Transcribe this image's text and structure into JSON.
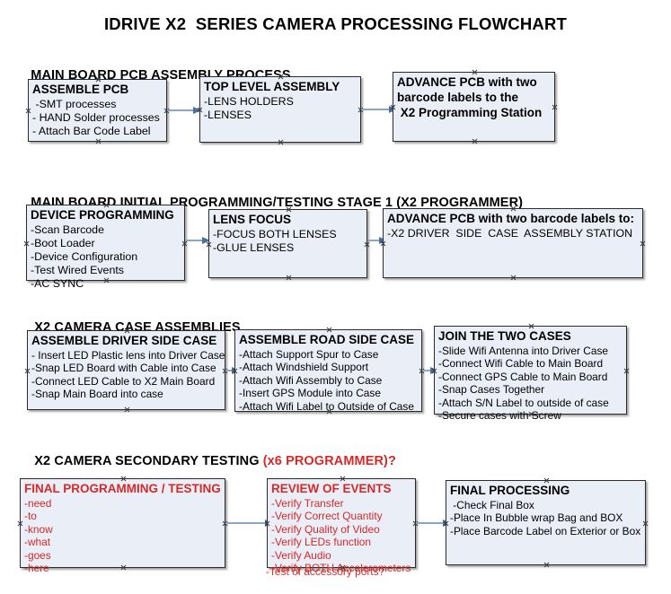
{
  "title": "IDRIVE X2  SERIES CAMERA PROCESSING FLOWCHART",
  "sections": [
    {
      "id": "sec1",
      "label": "MAIN BOARD PCB ASSEMBLY PROCESS",
      "accent": ""
    },
    {
      "id": "sec2",
      "label": "MAIN BOARD INITIAL PROGRAMMING/TESTING STAGE 1 (X2 PROGRAMMER)",
      "accent": ""
    },
    {
      "id": "sec3",
      "label": "X2 CAMERA CASE ASSEMBLIES",
      "accent": ""
    },
    {
      "id": "sec4",
      "label": "X2 CAMERA SECONDARY TESTING ",
      "accent": "(x6 PROGRAMMER)?"
    }
  ],
  "colors": {
    "box_fill": "#e9eef7",
    "box_border": "#2a2a2a",
    "accent_red": "#d42a2a",
    "connector": "#8ba6c1",
    "arrowhead": "#4a6fa5"
  },
  "boxes": [
    {
      "id": "assemble-pcb",
      "title": "ASSEMBLE PCB",
      "lines": [
        " -SMT processes",
        "- HAND Solder processes",
        "- Attach Bar Code Label"
      ]
    },
    {
      "id": "top-level-assembly",
      "title": "TOP LEVEL ASSEMBLY",
      "lines": [
        "-LENS HOLDERS",
        "-LENSES"
      ]
    },
    {
      "id": "advance-pcb-programming-station",
      "title": "ADVANCE PCB with two",
      "lines": [
        "barcode labels to the",
        " X2 Programming Station"
      ]
    },
    {
      "id": "device-programming",
      "title": "DEVICE PROGRAMMING",
      "lines": [
        "-Scan Barcode",
        "-Boot Loader",
        "-Device Configuration",
        "-Test Wired Events",
        "-AC SYNC"
      ]
    },
    {
      "id": "lens-focus",
      "title": "LENS FOCUS",
      "lines": [
        "-FOCUS BOTH LENSES",
        "-GLUE LENSES"
      ]
    },
    {
      "id": "advance-pcb-driver-side",
      "title": "ADVANCE PCB with two barcode labels to:",
      "lines": [
        "-X2 DRIVER  SIDE  CASE  ASSEMBLY STATION"
      ]
    },
    {
      "id": "assemble-driver-side-case",
      "title": "ASSEMBLE DRIVER SIDE CASE",
      "lines": [
        "- Insert LED Plastic lens into Driver Case",
        "-Snap LED Board with Cable into Case",
        "-Connect LED Cable to X2 Main Board",
        "-Snap Main Board into case"
      ]
    },
    {
      "id": "assemble-road-side-case",
      "title": "ASSEMBLE ROAD SIDE CASE",
      "lines": [
        "-Attach Support Spur to Case",
        "-Attach Windshield Support",
        "-Attach Wifi Assembly to Case",
        "-Insert GPS Module into Case",
        "-Attach Wifi Label to Outside of Case"
      ]
    },
    {
      "id": "join-the-two-cases",
      "title": "JOIN THE TWO CASES",
      "lines": [
        "-Slide Wifi Antenna into Driver Case",
        "-Connect Wifi Cable to Main Board",
        "-Connect GPS Cable to Main Board",
        "-Snap Cases Together",
        "-Attach S/N Label to outside of case",
        "-Secure cases with Screw"
      ]
    },
    {
      "id": "final-programming-testing",
      "title": "FINAL PROGRAMMING / TESTING",
      "lines": [
        "-need",
        "-to",
        "-know",
        "-what",
        "-goes",
        "-here"
      ]
    },
    {
      "id": "review-of-events",
      "title": "REVIEW OF EVENTS",
      "lines": [
        "-Verify Transfer",
        "-Verify Correct Quantity",
        "-Verify Quality of Video",
        "-Verify LEDs function",
        "-Verify Audio",
        "-Verify BOTH Accelerometers"
      ],
      "overflow_line": "-Test of accessory ports?"
    },
    {
      "id": "final-processing",
      "title": "FINAL PROCESSING",
      "lines": [
        " -Check Final Box",
        "-Place In Bubble wrap Bag and BOX",
        "-Place Barcode Label on Exterior or Box"
      ]
    }
  ]
}
